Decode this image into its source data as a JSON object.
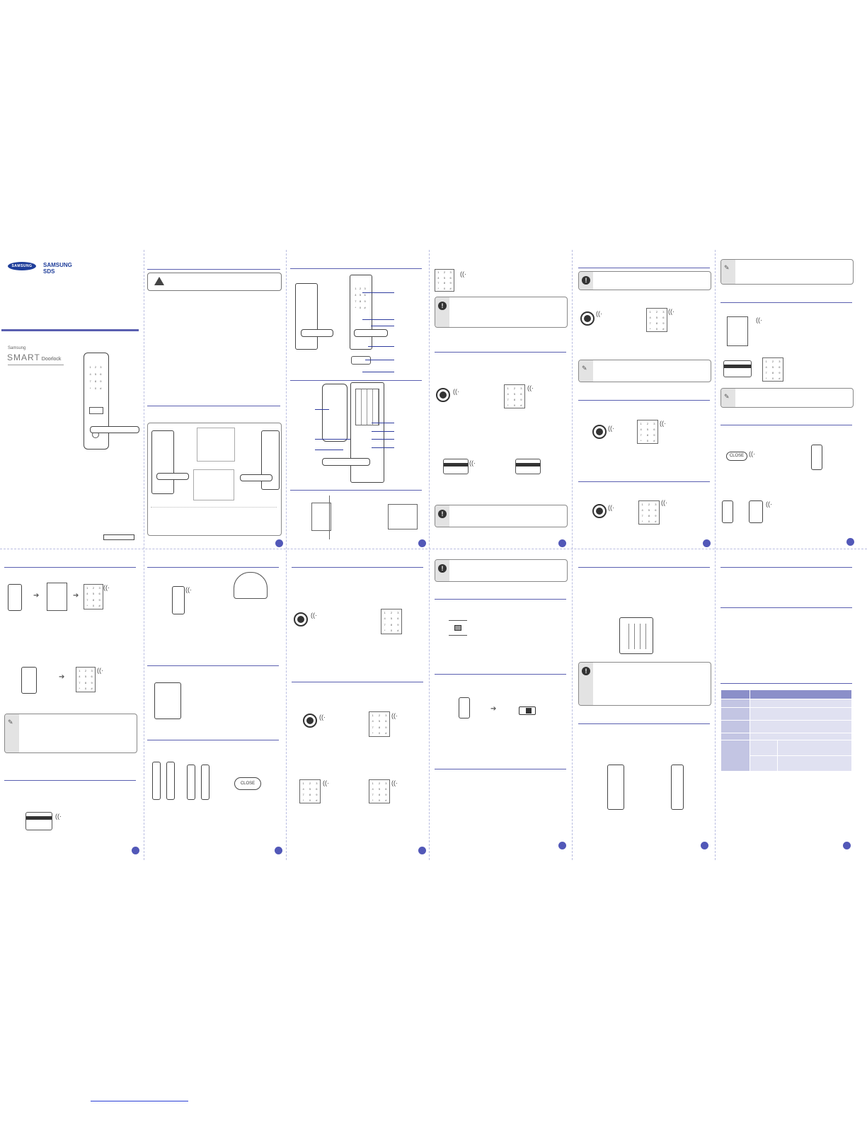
{
  "brand": {
    "logo_text": "SAMSUNG",
    "company": "SAMSUNG SDS",
    "product_small": "Samsung",
    "product_name_a": "SMART",
    "product_name_b": "Doorlock"
  },
  "close_button_label": "CLOSE",
  "keypad_keys": [
    "1",
    "2",
    "3",
    "4",
    "5",
    "6",
    "7",
    "8",
    "9",
    "*",
    "0",
    "#"
  ],
  "sound_icon": "((·",
  "icons": {
    "warning": "warning-triangle-icon",
    "note": "exclamation-icon",
    "memo": "memo-icon",
    "sound": "speaker-icon"
  },
  "colors": {
    "accent": "#5a5fb0",
    "page_dot": "#5258b8",
    "table_header": "#8b8fc9",
    "table_body": "#d9dbee",
    "divider": "#b9bde0"
  }
}
